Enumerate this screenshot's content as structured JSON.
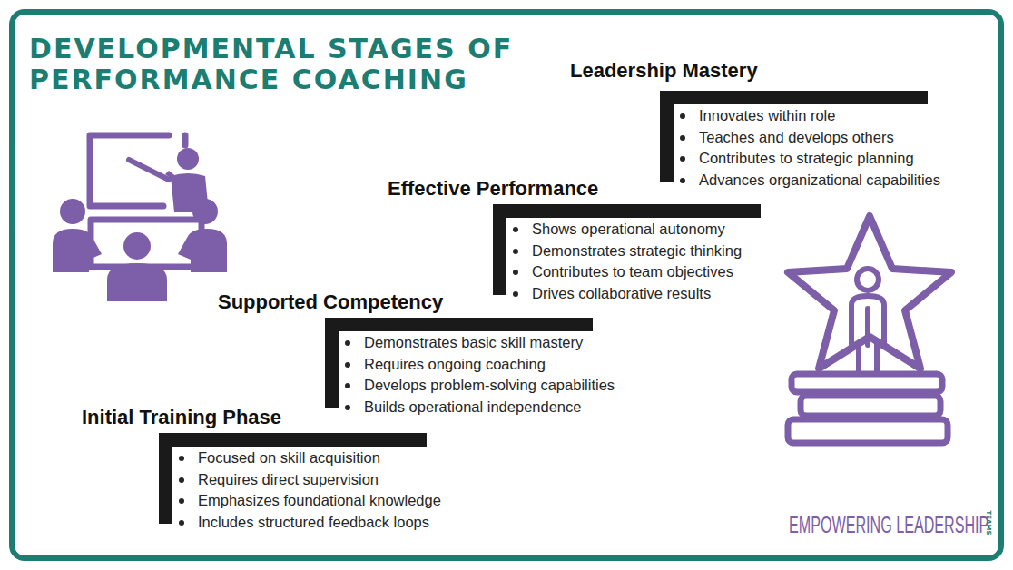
{
  "diagram": {
    "title": "DEVELOPMENTAL STAGES OF PERFORMANCE COACHING",
    "nodes": [
      {
        "text": [
          "Initial Training Phase",
          "Focused on skill acquisition",
          "Requires direct supervision",
          "Emphasizes foundational knowledge",
          "Includes structured feedback loops"
        ]
      },
      {
        "text": [
          "Supported Competency",
          "Demonstrates basic skill mastery",
          "Requires ongoing coaching",
          "Develops problem-solving capabilities",
          "Builds operational independence"
        ]
      },
      {
        "text": [
          "Effective Performance",
          "Shows operational autonomy",
          "Demonstrates strategic thinking",
          "Contributes to team objectives",
          "Drives collaborative results"
        ]
      },
      {
        "text": [
          "Leadership Mastery",
          "Innovates within role",
          "Teaches and develops others",
          "Contributes to strategic planning",
          "Advances organizational capabilities"
        ]
      }
    ],
    "labels": [
      "EMPOWERING LEADERSHIP",
      "TEAMS"
    ]
  }
}
